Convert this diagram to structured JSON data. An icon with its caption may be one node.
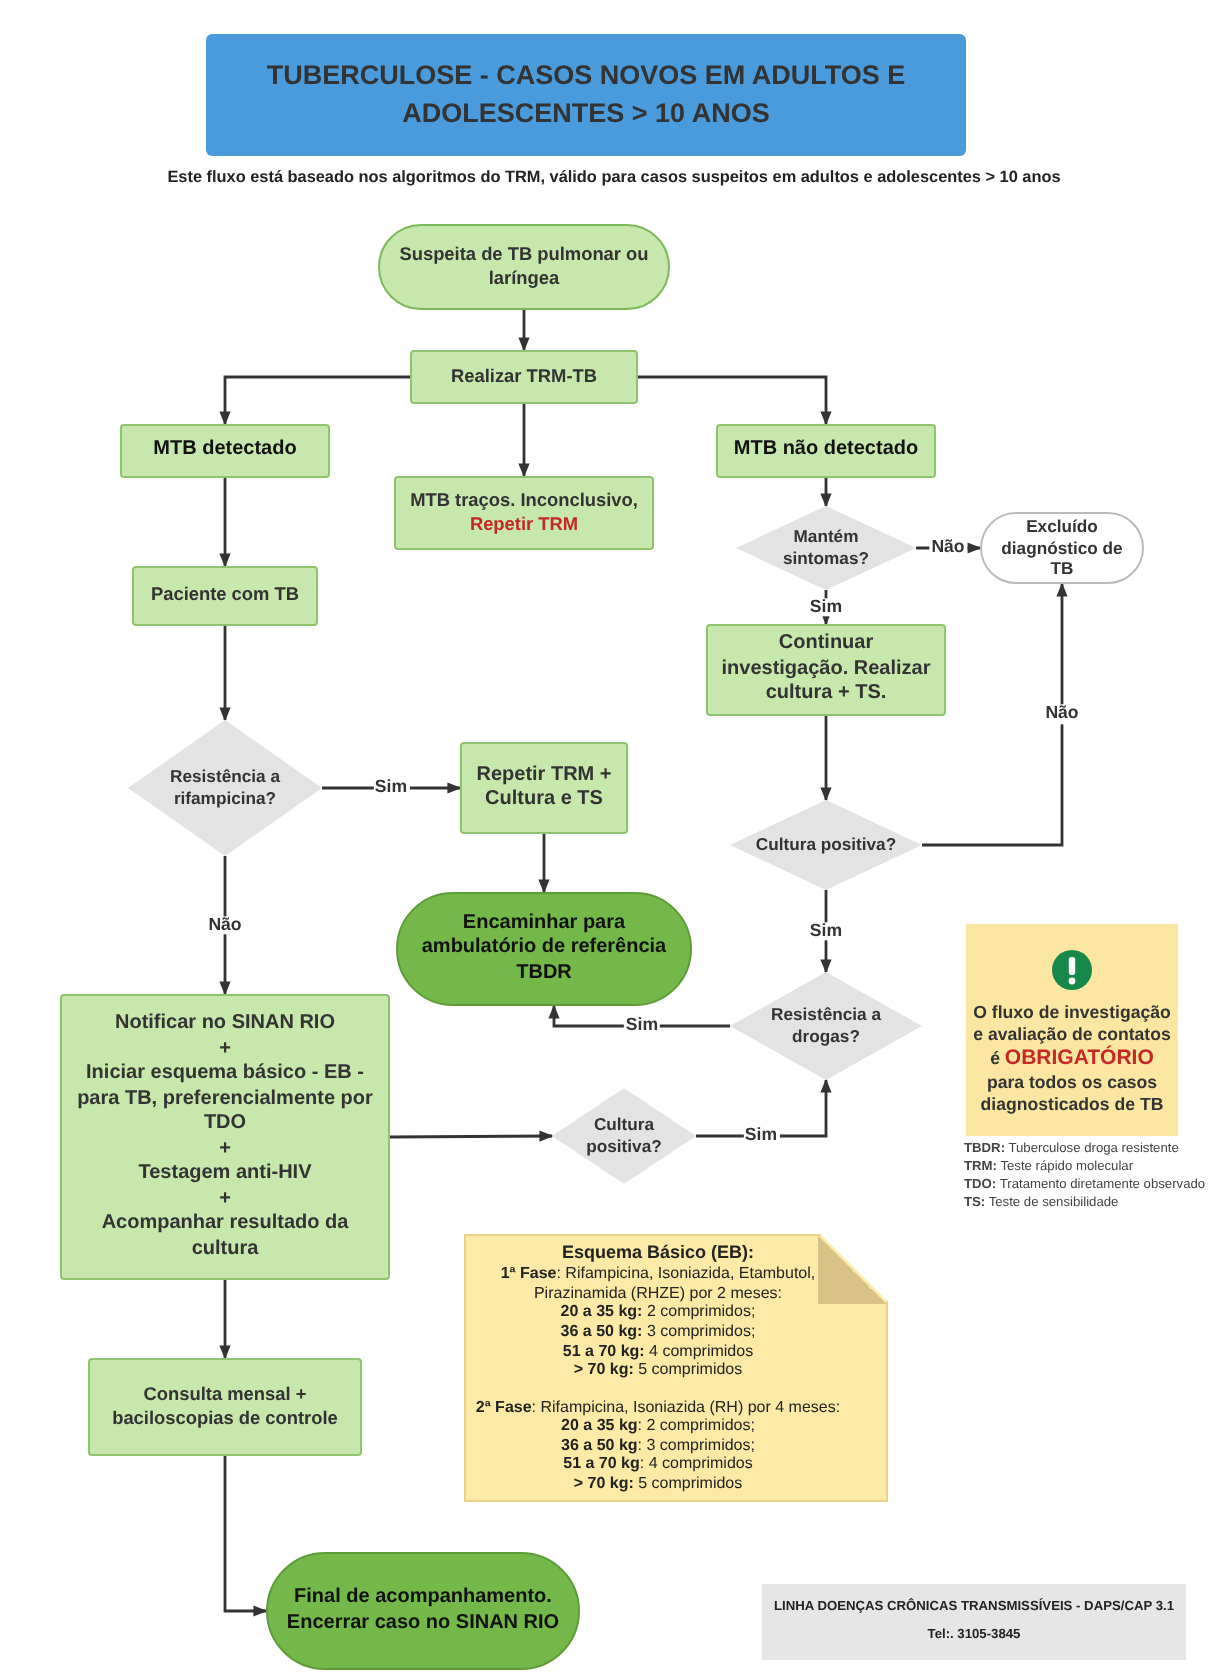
{
  "diagram": {
    "title": "TUBERCULOSE - CASOS NOVOS EM ADULTOS E ADOLESCENTES > 10 ANOS",
    "nodes": [
      {
        "text": [
          "Suspeita de TB pulmonar ou laríngea"
        ]
      },
      {
        "text": [
          "Realizar TRM-TB"
        ]
      },
      {
        "text": [
          "MTB detectado"
        ]
      },
      {
        "text": [
          "MTB traços. Inconclusivo,",
          "Repetir TRM"
        ]
      },
      {
        "text": [
          "MTB não detectado"
        ]
      },
      {
        "text": [
          "Mantém sintomas?"
        ]
      },
      {
        "text": [
          "Excluído diagnóstico de TB"
        ]
      },
      {
        "text": [
          "Paciente com TB"
        ]
      },
      {
        "text": [
          "Continuar investigação. Realizar cultura + TS."
        ]
      },
      {
        "text": [
          "Resistência a rifampicina?"
        ]
      },
      {
        "text": [
          "Repetir TRM + Cultura e TS"
        ]
      },
      {
        "text": [
          "Cultura positiva?"
        ]
      },
      {
        "text": [
          "Encaminhar para ambulatório de referência TBDR"
        ]
      },
      {
        "text": [
          "Resistência a drogas?"
        ]
      },
      {
        "text": [
          "Notificar no SINAN RIO",
          "+",
          "Iniciar esquema básico - EB - para TB, preferencialmente por TDO",
          "+",
          "Testagem anti-HIV",
          "+",
          "Acompanhar resultado da cultura"
        ]
      },
      {
        "text": [
          "Cultura positiva?"
        ]
      },
      {
        "text": [
          "Consulta mensal + baciloscopias de controle"
        ]
      },
      {
        "text": [
          "Final de acompanhamento. Encerrar caso no SINAN RIO"
        ]
      },
      {
        "text": [
          "O fluxo de investigação e avaliação de contatos é **OBRIGATÓRIO** para todos os casos diagnosticados de TB"
        ]
      },
      {
        "text": [
          "Esquema Básico (EB):",
          "**1ª Fase**: Rifampicina, Isoniazida, Etambutol, Pirazinamida (RHZE) por 2 meses:",
          "**20 a 35 kg:** 2 comprimidos;",
          "**36 a 50 kg:** 3 comprimidos;",
          "**51 a 70 kg:** 4 comprimidos",
          "**> 70 kg:** 5 comprimidos",
          "**2ª Fase**: Rifampicina, Isoniazida (RH) por 4 meses:",
          "**20 a 35 kg**: 2 comprimidos;",
          "**36 a 50 kg**: 3 comprimidos;",
          "**51 a 70 kg**: 4 comprimidos",
          "**> 70 kg:** 5 comprimidos"
        ]
      },
      {
        "text": [
          "LINHA DOENÇAS CRÔNICAS TRANSMISSÍVEIS - DAPS/CAP 3.1",
          "**Tel:**. 3105-3845"
        ]
      }
    ],
    "edges": [
      {
        "from": 0,
        "to": 1,
        "arrow": "to"
      },
      {
        "from": 1,
        "to": 2,
        "arrow": "to"
      },
      {
        "from": 1,
        "to": 3,
        "arrow": "to"
      },
      {
        "from": 1,
        "to": 4,
        "arrow": "to"
      },
      {
        "from": 2,
        "to": 7,
        "arrow": "to"
      },
      {
        "from": 4,
        "to": 5,
        "arrow": "to"
      },
      {
        "from": 5,
        "to": 6,
        "arrow": "to",
        "label": "Não"
      },
      {
        "from": 5,
        "to": 8,
        "arrow": "to",
        "label": "Sim"
      },
      {
        "from": 7,
        "to": 9,
        "arrow": "to"
      },
      {
        "from": 9,
        "to": 10,
        "arrow": "to",
        "label": "Sim"
      },
      {
        "from": 9,
        "to": 14,
        "arrow": "to",
        "label": "Não"
      },
      {
        "from": 10,
        "to": 12,
        "arrow": "to"
      },
      {
        "from": 8,
        "to": 11,
        "arrow": "to"
      },
      {
        "from": 11,
        "to": 6,
        "arrow": "to",
        "label": "Não"
      },
      {
        "from": 11,
        "to": 13,
        "arrow": "to",
        "label": "Sim"
      },
      {
        "from": 13,
        "to": 12,
        "arrow": "to",
        "label": "Sim"
      },
      {
        "from": 14,
        "to": 15,
        "arrow": "to"
      },
      {
        "from": 15,
        "to": 13,
        "arrow": "to",
        "label": "Sim"
      },
      {
        "from": 14,
        "to": 16,
        "arrow": "to"
      },
      {
        "from": 16,
        "to": 17,
        "arrow": "to"
      }
    ],
    "labels": [
      "Este fluxo está baseado nos algoritmos do TRM, válido para casos suspeitos em adultos e adolescentes > 10 anos",
      "**TBDR:** Tuberculose droga resistente",
      "**TRM:** Teste rápido molecular",
      "**TDO:** Tratamento diretamente observado",
      "**TS:** Teste de sensibilidade"
    ]
  }
}
